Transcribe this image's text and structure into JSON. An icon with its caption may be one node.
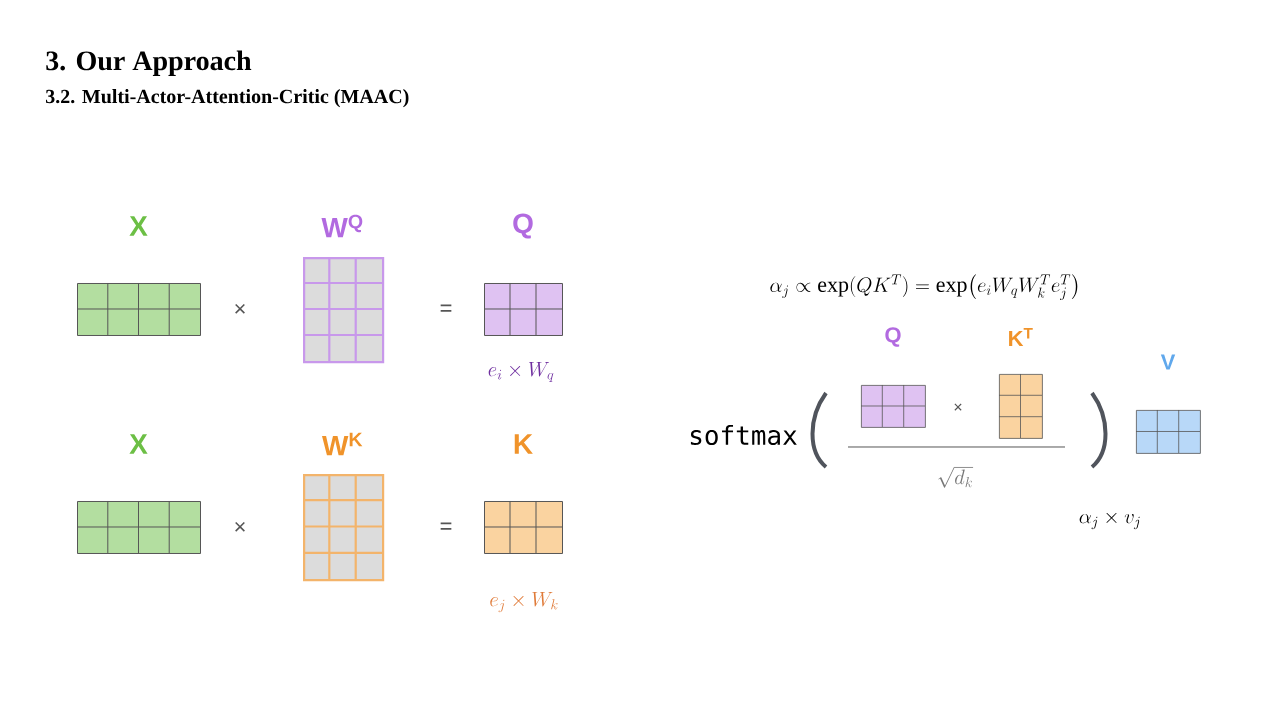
{
  "diagram": {
    "title": "3. Our Approach",
    "nodes": [
      {
        "text": [
          "X"
        ]
      },
      {
        "text": [
          "W$^{Q}$"
        ]
      },
      {
        "text": [
          "Q"
        ]
      },
      {
        "text": [
          "X"
        ]
      },
      {
        "text": [
          "W$^{K}$"
        ]
      },
      {
        "text": [
          "K"
        ]
      },
      {
        "text": [
          "Q"
        ]
      },
      {
        "text": [
          "K$^{T}$"
        ]
      },
      {
        "text": [
          "V"
        ]
      }
    ],
    "labels": [
      "3.2. Multi-Actor-Attention-Critic (MAAC)",
      "×",
      "=",
      "\\alpha_j \\propto \\exp(QK^T) = \\exp\\bigl(e_i W_q W_k^T e_j^T\\bigr)",
      "e_i \\times W_q",
      "softmax",
      "×",
      "\\sqrt{d_k}",
      "×",
      "=",
      "\\alpha_j \\times v_j",
      "e_j \\times W_k"
    ]
  }
}
